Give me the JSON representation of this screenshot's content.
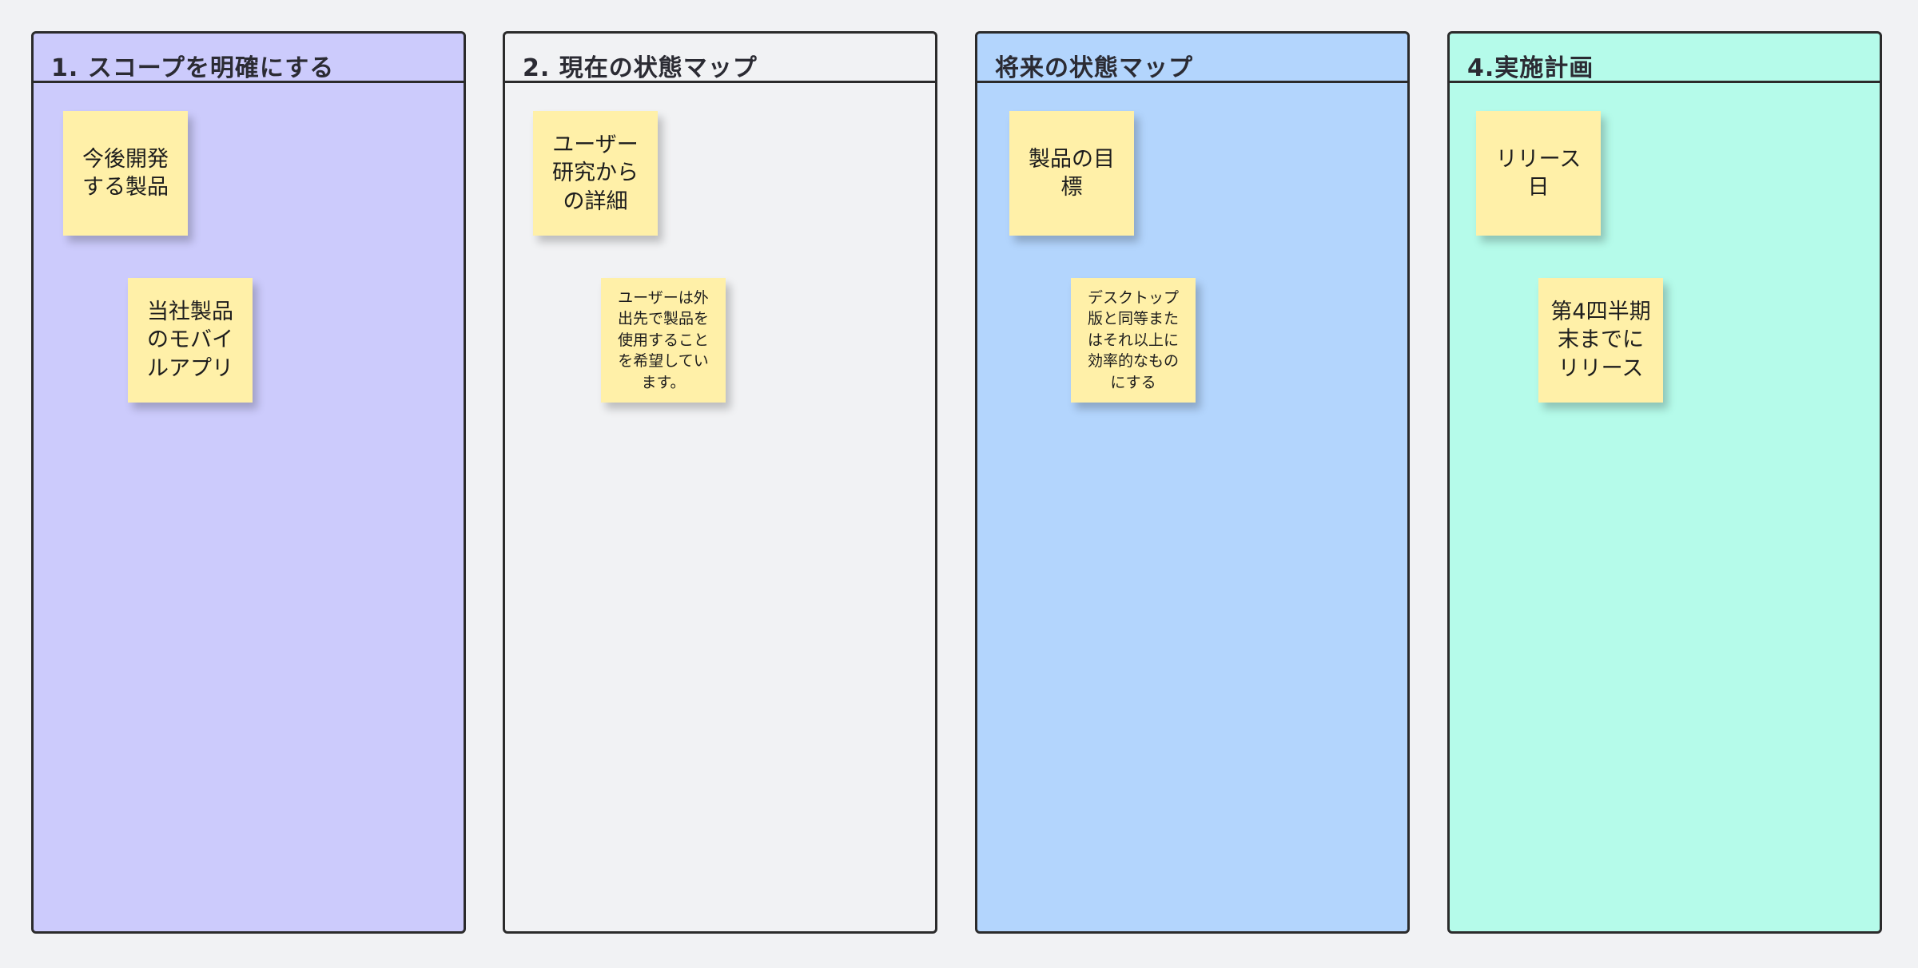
{
  "columns": [
    {
      "title": "1. スコープを明確にする",
      "bg": "#cccbfc",
      "notes": [
        "今後開発\nする製品",
        "当社製品\nのモバイ\nルアプリ"
      ]
    },
    {
      "title": "2. 現在の状態マップ",
      "bg": "#f1f2f4",
      "notes": [
        "ユーザー\n研究から\nの詳細",
        "ユーザーは外\n出先で製品を\n使用すること\nを希望してい\nます。"
      ]
    },
    {
      "title": "将来の状態マップ",
      "bg": "#b3d5fd",
      "notes": [
        "製品の目\n標",
        "デスクトップ\n版と同等また\nはそれ以上に\n効率的なもの\nにする"
      ]
    },
    {
      "title": "4.実施計画",
      "bg": "#b5fbea",
      "notes": [
        "リリース\n日",
        "第4四半期\n末までに\nリリース"
      ]
    }
  ],
  "colors": {
    "sticky": "#fff0a8",
    "border": "#2b2b2b",
    "canvas": "#f1f2f4"
  }
}
